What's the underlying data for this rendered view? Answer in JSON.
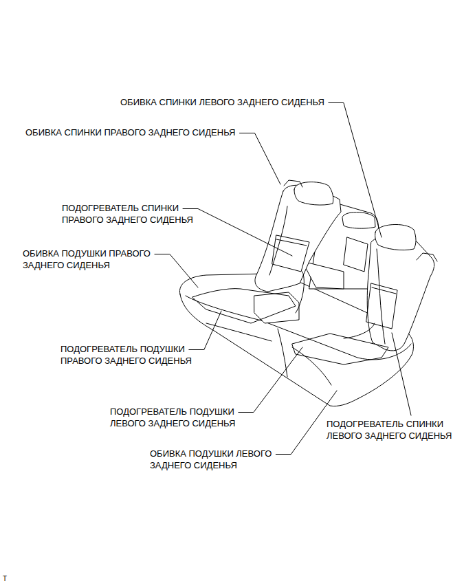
{
  "diagram": {
    "labels": [
      "ОБИВКА СПИНКИ ЛЕВОГО ЗАДНЕГО СИДЕНЬЯ",
      "ОБИВКА СПИНКИ ПРАВОГО ЗАДНЕГО СИДЕНЬЯ",
      "ПОДОГРЕВАТЕЛЬ СПИНКИ ПРАВОГО ЗАДНЕГО СИДЕНЬЯ",
      "ОБИВКА ПОДУШКИ ПРАВОГО ЗАДНЕГО СИДЕНЬЯ",
      "ПОДОГРЕВАТЕЛЬ ПОДУШКИ ПРАВОГО ЗАДНЕГО СИДЕНЬЯ",
      "ПОДОГРЕВАТЕЛЬ ПОДУШКИ ЛЕВОГО ЗАДНЕГО СИДЕНЬЯ",
      "ПОДОГРЕВАТЕЛЬ СПИНКИ ЛЕВОГО ЗАДНЕГО СИДЕНЬЯ",
      "ОБИВКА ПОДУШКИ ЛЕВОГО ЗАДНЕГО СИДЕНЬЯ",
      "T"
    ]
  }
}
